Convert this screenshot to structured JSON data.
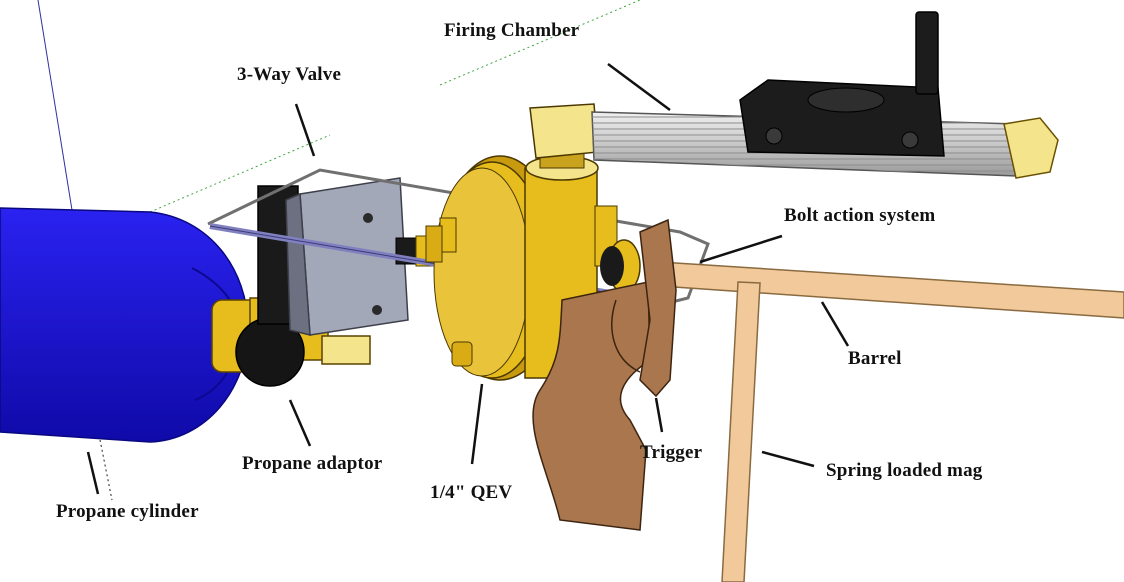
{
  "diagram": {
    "labels": {
      "firing_chamber": "Firing Chamber",
      "three_way_valve": "3-Way Valve",
      "bolt_action_system": "Bolt action system",
      "barrel": "Barrel",
      "trigger": "Trigger",
      "spring_loaded_mag": "Spring loaded mag",
      "qev": "1/4\" QEV",
      "propane_adaptor": "Propane adaptor",
      "propane_cylinder": "Propane cylinder"
    },
    "colors": {
      "cylinder_blue": "#1a12d6",
      "brass": "#e6bd1c",
      "brass_light": "#f4e48c",
      "copper_pipe": "#f1c99a",
      "wood": "#a9764d",
      "valve_gray": "#a3a8b8",
      "dark": "#1c1c1c",
      "chamber_pipe": "#d6d6d6",
      "rod": "#8080c0"
    }
  }
}
